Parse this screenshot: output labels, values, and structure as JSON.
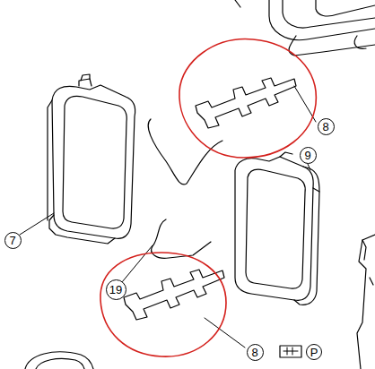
{
  "diagram": {
    "labels": [
      "8",
      "9",
      "7",
      "19",
      "8",
      "P"
    ]
  }
}
